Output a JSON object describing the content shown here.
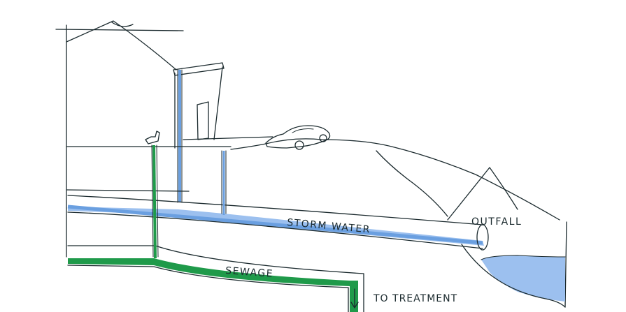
{
  "labels": {
    "storm_water": "STORM WATER",
    "outfall": "OUTFALL",
    "sewage": "SEWAGE",
    "to_treatment": "TO TREATMENT"
  },
  "colors": {
    "storm_water": "#6a9fe0",
    "storm_water_light": "#9cc0ef",
    "sewage": "#1f9a4a",
    "ink": "#1b2a2e",
    "background": "#ffffff"
  }
}
